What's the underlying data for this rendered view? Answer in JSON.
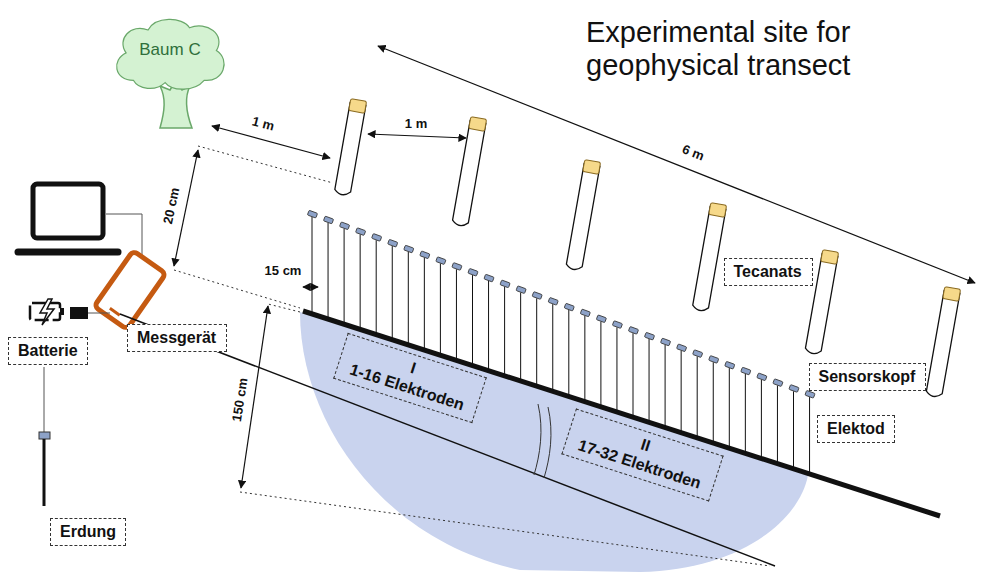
{
  "diagram": {
    "title": "Experimental site for geophysical transect",
    "nodes": [
      {
        "text": [
          "Baum C"
        ]
      },
      {
        "text": [
          "Messgerät"
        ]
      },
      {
        "text": [
          "Batterie"
        ]
      },
      {
        "text": [
          "Erdung"
        ]
      },
      {
        "text": [
          "Tecanats"
        ]
      },
      {
        "text": [
          "I",
          "1-16 Elektroden"
        ]
      },
      {
        "text": [
          "II",
          "17-32 Elektroden"
        ]
      },
      {
        "text": [
          "Sensorskopf"
        ]
      },
      {
        "text": [
          "Elektod"
        ]
      }
    ],
    "labels": [
      "1 m",
      "20 cm",
      "1 m",
      "6 m",
      "15 cm",
      "150 cm"
    ]
  }
}
